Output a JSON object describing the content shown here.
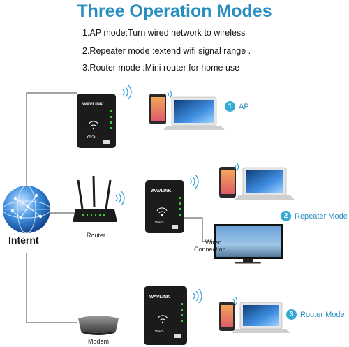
{
  "header": {
    "title": "Three Operation Modes",
    "modes": [
      "1.AP mode:Turn wired network to wireless",
      "2.Repeater mode :extend wifi signal range .",
      "3.Router mode :Mini router for home use"
    ]
  },
  "diagram": {
    "internet_label": "Internt",
    "brand": "WAVLINK",
    "wps": "WPS",
    "router_label": "Router",
    "modem_label": "Modem",
    "wired_label_1": "Wired",
    "wired_label_2": "Connection",
    "ap": {
      "num": "1",
      "label": "AP"
    },
    "repeater": {
      "num": "2",
      "label": "Repeater Mode"
    },
    "router_mode": {
      "num": "3",
      "label": "Router Mode"
    }
  },
  "colors": {
    "accent": "#2a8fc0",
    "device": "#1b1b1b",
    "led": "#3ec43e",
    "globe": "#2f7fd0"
  }
}
